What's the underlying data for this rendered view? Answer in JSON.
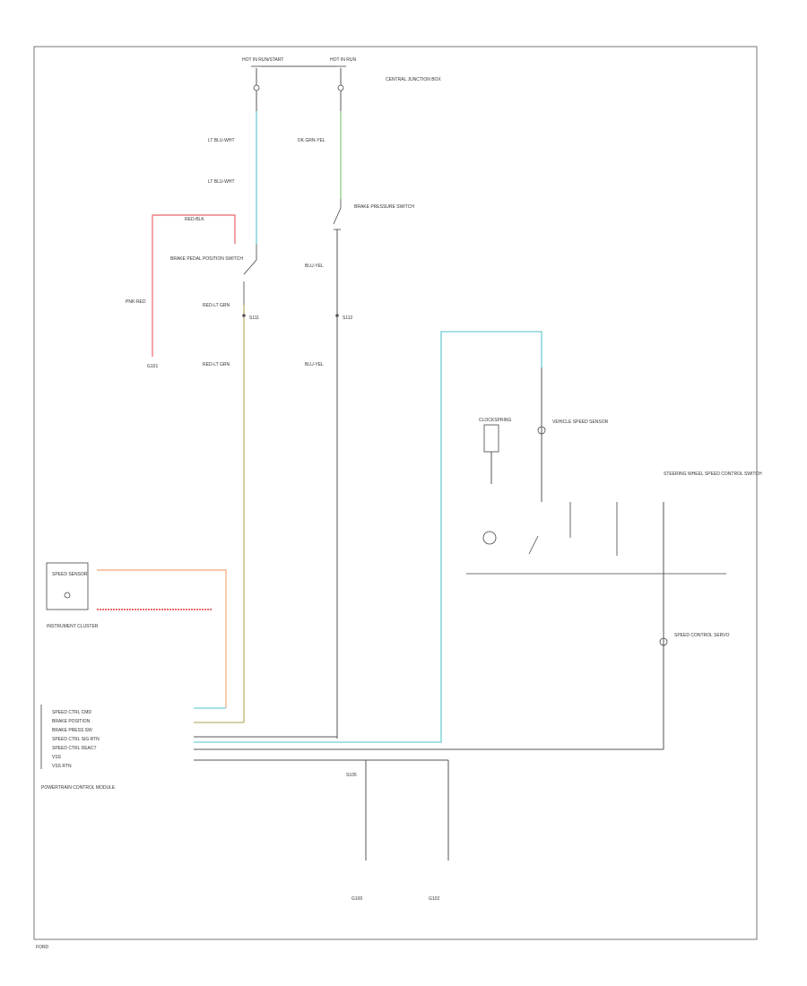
{
  "colors": {
    "black": "#555555",
    "light_blue": "#8ad6dc",
    "light_green": "#9fd89a",
    "pink": "#f07c84",
    "red": "#e13a3a",
    "tan": "#c9c08a",
    "orange": "#f5b48a"
  },
  "labels": {
    "fuse_left": "HOT IN RUN/START",
    "fuse_right": "HOT IN RUN",
    "fuse_right_note": "CENTRAL JUNCTION BOX",
    "wire_y_blue_1": "LT BLU-WHT",
    "wire_y_blue_2": "LT BLU-WHT",
    "wire_g_1": "DK GRN-YEL",
    "brake_switch_right": "BRAKE PRESSURE SWITCH",
    "brake_switch_left": "BRAKE PEDAL POSITION SWITCH",
    "wire_red": "RED-BLK",
    "wire_pnk": "PNK-RED",
    "ground_left": "G101",
    "wire_rel_1": "RED-LT GRN",
    "wire_rel_2": "RED-LT GRN",
    "wire_blu_1": "BLU-YEL",
    "wire_blu_2": "BLU-YEL",
    "splice_1": "S111",
    "splice_2": "S112",
    "speedometer": "SPEED SENSOR",
    "cluster": "INSTRUMENT CLUSTER",
    "vss_label": "VEHICLE SPEED SENSOR",
    "speed_switch": "STEERING WHEEL SPEED CONTROL SWITCH",
    "clockspring": "CLOCKSPRING",
    "motor_label": "SPEED CONTROL SERVO",
    "pcm_title": "POWERTRAIN CONTROL MODULE",
    "pcm_pins": [
      "SPEED CTRL CMD",
      "BRAKE POSITION",
      "BRAKE PRESS SW",
      "SPEED CTRL SIG RTN",
      "SPEED CTRL DEACT",
      "VSS",
      "VSS RTN"
    ],
    "ground_bottom_1": "G100",
    "ground_bottom_2": "G102",
    "bottom_splice": "S105",
    "page_id": "FORD"
  }
}
